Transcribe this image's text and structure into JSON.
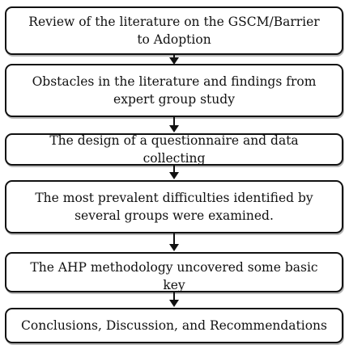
{
  "flowchart": {
    "steps": [
      {
        "label": "Review of the literature on the GSCM/Barrier to Adoption"
      },
      {
        "label": "Obstacles in the literature and findings from expert group study"
      },
      {
        "label": "The design of a questionnaire and data collecting"
      },
      {
        "label": "The most prevalent difficulties identified by several groups were examined."
      },
      {
        "label": "The AHP methodology uncovered some basic key"
      },
      {
        "label": "Conclusions, Discussion, and Recommendations"
      }
    ]
  }
}
